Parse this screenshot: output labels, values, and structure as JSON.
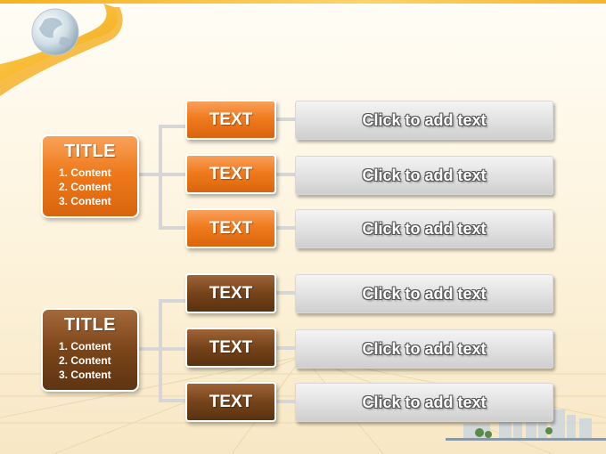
{
  "groups": [
    {
      "title": "TITLE",
      "items": [
        "1. Content",
        "2. Content",
        "3. Content"
      ],
      "rows": [
        {
          "label": "TEXT",
          "placeholder": "Click to add text"
        },
        {
          "label": "TEXT",
          "placeholder": "Click to add text"
        },
        {
          "label": "TEXT",
          "placeholder": "Click to add text"
        }
      ]
    },
    {
      "title": "TITLE",
      "items": [
        "1. Content",
        "2. Content",
        "3. Content"
      ],
      "rows": [
        {
          "label": "TEXT",
          "placeholder": "Click to add text"
        },
        {
          "label": "TEXT",
          "placeholder": "Click to add text"
        },
        {
          "label": "TEXT",
          "placeholder": "Click to add text"
        }
      ]
    }
  ],
  "colors": {
    "orange": "#ee7a1c",
    "brown": "#7a4519",
    "accent_yellow": "#f7b21c",
    "connector": "#d6d6d6"
  },
  "icons": [
    "globe-icon",
    "city-skyline-icon"
  ]
}
